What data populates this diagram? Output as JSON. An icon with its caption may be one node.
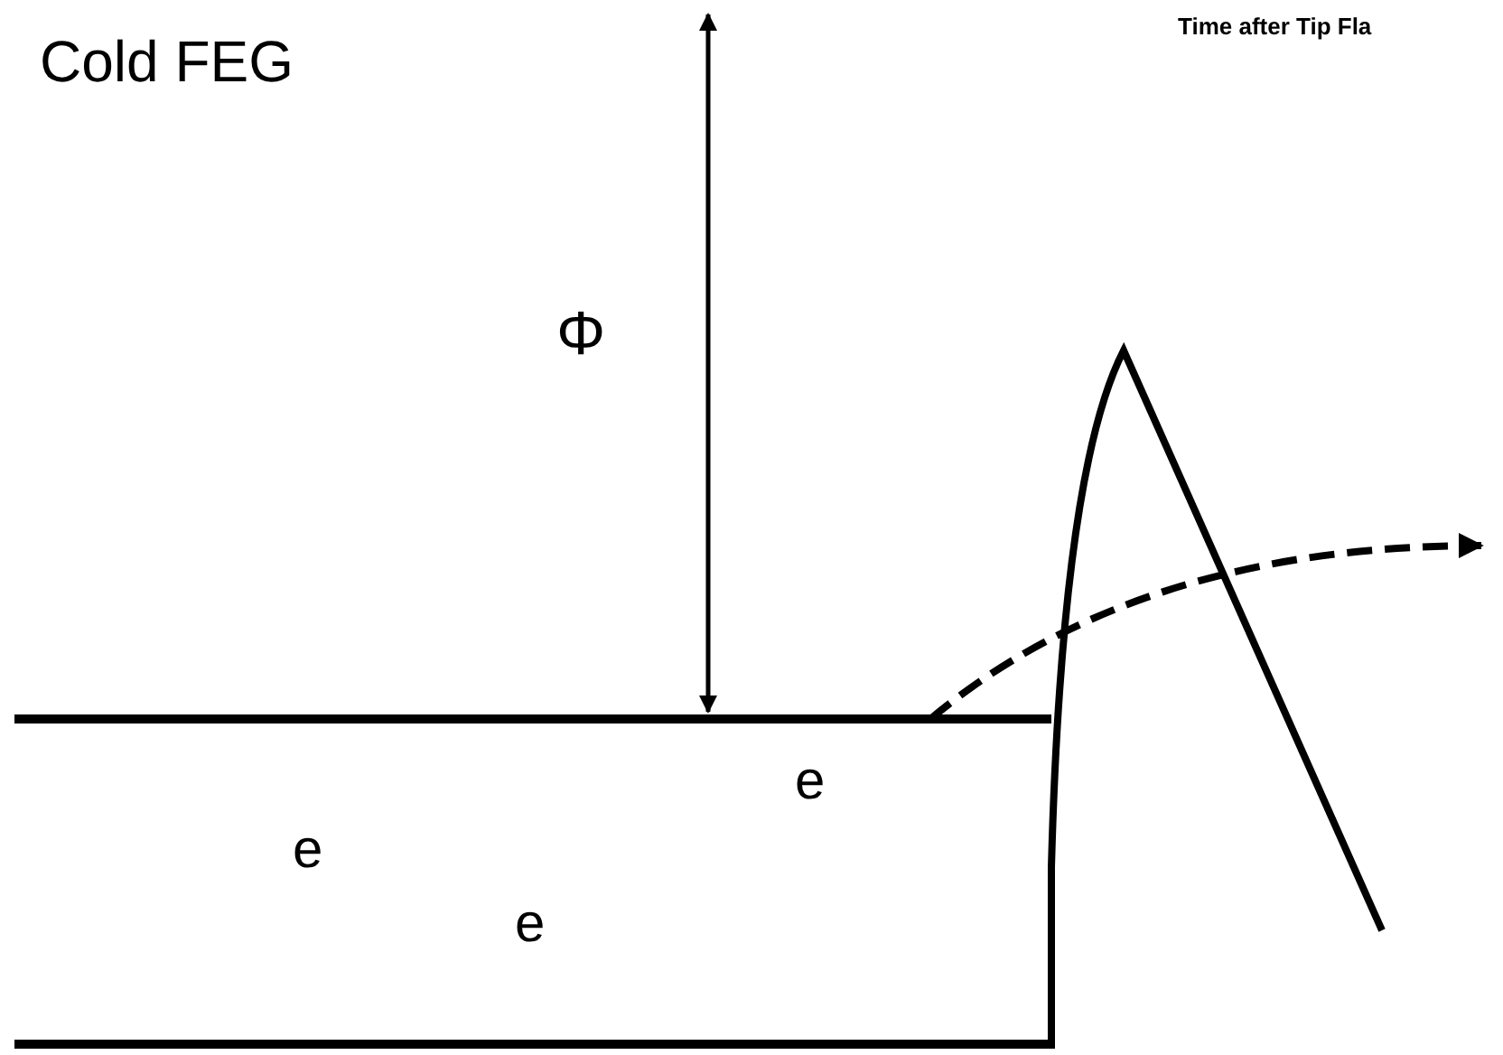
{
  "diagram": {
    "title": "Cold FEG",
    "labels": [
      "Time after Tip Fla",
      "Φ",
      "e",
      "e",
      "e"
    ]
  }
}
